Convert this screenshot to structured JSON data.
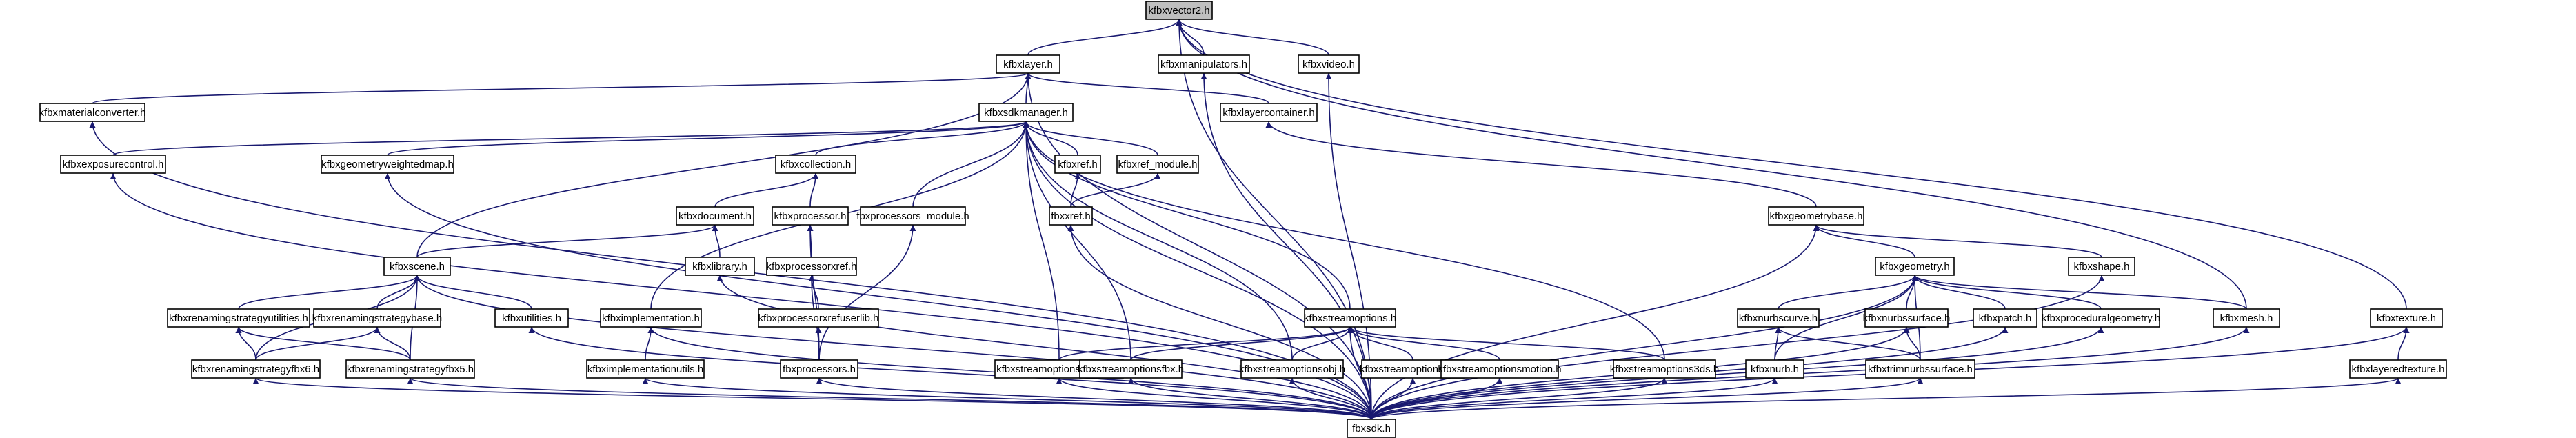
{
  "colors": {
    "edge": "#191970",
    "root_fill": "#bfbfbf",
    "node_fill": "#ffffff",
    "node_stroke": "#000000"
  },
  "nodes": [
    {
      "id": "kfbxvector2_h",
      "label": "kfbxvector2.h"
    },
    {
      "id": "kfbxlayer_h",
      "label": "kfbxlayer.h"
    },
    {
      "id": "kfbxmanipulators_h",
      "label": "kfbxmanipulators.h"
    },
    {
      "id": "kfbxvideo_h",
      "label": "kfbxvideo.h"
    },
    {
      "id": "kfbxmaterialconverter_h",
      "label": "kfbxmaterialconverter.h"
    },
    {
      "id": "kfbxsdkmanager_h",
      "label": "kfbxsdkmanager.h"
    },
    {
      "id": "kfbxlayercontainer_h",
      "label": "kfbxlayercontainer.h"
    },
    {
      "id": "kfbxexposurecontrol_h",
      "label": "kfbxexposurecontrol.h"
    },
    {
      "id": "kfbxgeometryweightedmap_h",
      "label": "kfbxgeometryweightedmap.h"
    },
    {
      "id": "kfbxcollection_h",
      "label": "kfbxcollection.h"
    },
    {
      "id": "kfbxref_h",
      "label": "kfbxref.h"
    },
    {
      "id": "kfbxref_module_h",
      "label": "kfbxref_module.h"
    },
    {
      "id": "kfbxdocument_h",
      "label": "kfbxdocument.h"
    },
    {
      "id": "kfbxprocessor_h",
      "label": "kfbxprocessor.h"
    },
    {
      "id": "fbxprocessors_module_h",
      "label": "fbxprocessors_module.h"
    },
    {
      "id": "fbxxref_h",
      "label": "fbxxref.h"
    },
    {
      "id": "kfbxgeometrybase_h",
      "label": "kfbxgeometrybase.h"
    },
    {
      "id": "kfbxlibrary_h",
      "label": "kfbxlibrary.h"
    },
    {
      "id": "kfbxprocessorxref_h",
      "label": "kfbxprocessorxref.h"
    },
    {
      "id": "kfbxgeometry_h",
      "label": "kfbxgeometry.h"
    },
    {
      "id": "kfbxshape_h",
      "label": "kfbxshape.h"
    },
    {
      "id": "kfbxscene_h",
      "label": "kfbxscene.h"
    },
    {
      "id": "kfbxprocessorxrefuserlib_h",
      "label": "kfbxprocessorxrefuserlib.h"
    },
    {
      "id": "kfbxrenamingstrategyutilities_h",
      "label": "kfbxrenamingstrategyutilities.h"
    },
    {
      "id": "kfbxrenamingstrategybase_h",
      "label": "kfbxrenamingstrategybase.h"
    },
    {
      "id": "kfbxutilities_h",
      "label": "kfbxutilities.h"
    },
    {
      "id": "kfbximplementation_h",
      "label": "kfbximplementation.h"
    },
    {
      "id": "kfbxstreamoptions_h",
      "label": "kfbxstreamoptions.h"
    },
    {
      "id": "kfbxnurbscurve_h",
      "label": "kfbxnurbscurve.h"
    },
    {
      "id": "kfbxnurbssurface_h",
      "label": "kfbxnurbssurface.h"
    },
    {
      "id": "kfbxpatch_h",
      "label": "kfbxpatch.h"
    },
    {
      "id": "kfbxproceduralgeometry_h",
      "label": "kfbxproceduralgeometry.h"
    },
    {
      "id": "kfbxmesh_h",
      "label": "kfbxmesh.h"
    },
    {
      "id": "kfbxtexture_h",
      "label": "kfbxtexture.h"
    },
    {
      "id": "kfbxrenamingstrategyfbx6_h",
      "label": "kfbxrenamingstrategyfbx6.h"
    },
    {
      "id": "kfbxrenamingstrategyfbx5_h",
      "label": "kfbxrenamingstrategyfbx5.h"
    },
    {
      "id": "kfbximplementationutils_h",
      "label": "kfbximplementationutils.h"
    },
    {
      "id": "fbxprocessors_h",
      "label": "fbxprocessors.h"
    },
    {
      "id": "kfbxstreamoptionscollada_h",
      "label": "kfbxstreamoptionscollada.h"
    },
    {
      "id": "kfbxstreamoptionsfbx_h",
      "label": "kfbxstreamoptionsfbx.h"
    },
    {
      "id": "kfbxstreamoptionsobj_h",
      "label": "kfbxstreamoptionsobj.h"
    },
    {
      "id": "kfbxstreamoptionsdxf_h",
      "label": "kfbxstreamoptionsdxf.h"
    },
    {
      "id": "kfbxstreamoptionsmotion_h",
      "label": "kfbxstreamoptionsmotion.h"
    },
    {
      "id": "kfbxstreamoptions3ds_h",
      "label": "kfbxstreamoptions3ds.h"
    },
    {
      "id": "kfbxnurb_h",
      "label": "kfbxnurb.h"
    },
    {
      "id": "kfbxtrimnurbssurface_h",
      "label": "kfbxtrimnurbssurface.h"
    },
    {
      "id": "kfbxlayeredtexture_h",
      "label": "kfbxlayeredtexture.h"
    },
    {
      "id": "fbxsdk_h",
      "label": "fbxsdk.h"
    }
  ],
  "edges": [
    [
      "kfbxlayer_h",
      "kfbxvector2_h"
    ],
    [
      "kfbxmanipulators_h",
      "kfbxvector2_h"
    ],
    [
      "kfbxvideo_h",
      "kfbxvector2_h"
    ],
    [
      "kfbxmesh_h",
      "kfbxvector2_h"
    ],
    [
      "kfbxtexture_h",
      "kfbxvector2_h"
    ],
    [
      "fbxsdk_h",
      "kfbxvector2_h"
    ],
    [
      "kfbxsdkmanager_h",
      "kfbxlayer_h"
    ],
    [
      "kfbxlayercontainer_h",
      "kfbxlayer_h"
    ],
    [
      "kfbxmaterialconverter_h",
      "kfbxlayer_h"
    ],
    [
      "kfbxscene_h",
      "kfbxlayer_h"
    ],
    [
      "fbxsdk_h",
      "kfbxlayer_h"
    ],
    [
      "fbxsdk_h",
      "kfbxmanipulators_h"
    ],
    [
      "fbxsdk_h",
      "kfbxvideo_h"
    ],
    [
      "fbxsdk_h",
      "kfbxmaterialconverter_h"
    ],
    [
      "kfbxexposurecontrol_h",
      "kfbxsdkmanager_h"
    ],
    [
      "kfbxgeometryweightedmap_h",
      "kfbxsdkmanager_h"
    ],
    [
      "kfbxcollection_h",
      "kfbxsdkmanager_h"
    ],
    [
      "kfbxref_h",
      "kfbxsdkmanager_h"
    ],
    [
      "kfbxref_module_h",
      "kfbxsdkmanager_h"
    ],
    [
      "fbxprocessors_module_h",
      "kfbxsdkmanager_h"
    ],
    [
      "kfbximplementation_h",
      "kfbxsdkmanager_h"
    ],
    [
      "kfbxstreamoptions_h",
      "kfbxsdkmanager_h"
    ],
    [
      "kfbxstreamoptionscollada_h",
      "kfbxsdkmanager_h"
    ],
    [
      "kfbxstreamoptionsfbx_h",
      "kfbxsdkmanager_h"
    ],
    [
      "kfbxstreamoptionsobj_h",
      "kfbxsdkmanager_h"
    ],
    [
      "kfbxstreamoptions3ds_h",
      "kfbxsdkmanager_h"
    ],
    [
      "fbxsdk_h",
      "kfbxsdkmanager_h"
    ],
    [
      "kfbxgeometrybase_h",
      "kfbxlayercontainer_h"
    ],
    [
      "fbxsdk_h",
      "kfbxexposurecontrol_h"
    ],
    [
      "fbxsdk_h",
      "kfbxgeometryweightedmap_h"
    ],
    [
      "kfbxdocument_h",
      "kfbxcollection_h"
    ],
    [
      "kfbxprocessor_h",
      "kfbxcollection_h"
    ],
    [
      "fbxxref_h",
      "kfbxref_h"
    ],
    [
      "fbxxref_h",
      "kfbxref_module_h"
    ],
    [
      "fbxsdk_h",
      "fbxxref_h"
    ],
    [
      "kfbxscene_h",
      "kfbxdocument_h"
    ],
    [
      "kfbxlibrary_h",
      "kfbxdocument_h"
    ],
    [
      "kfbxprocessorxref_h",
      "kfbxprocessor_h"
    ],
    [
      "fbxprocessors_h",
      "kfbxprocessor_h"
    ],
    [
      "fbxprocessors_h",
      "fbxprocessors_module_h"
    ],
    [
      "kfbxgeometry_h",
      "kfbxgeometrybase_h"
    ],
    [
      "kfbxshape_h",
      "kfbxgeometrybase_h"
    ],
    [
      "fbxsdk_h",
      "kfbxgeometrybase_h"
    ],
    [
      "fbxsdk_h",
      "kfbxlibrary_h"
    ],
    [
      "kfbxprocessorxrefuserlib_h",
      "kfbxprocessorxref_h"
    ],
    [
      "fbxprocessors_h",
      "kfbxprocessorxref_h"
    ],
    [
      "fbxprocessors_h",
      "kfbxprocessorxrefuserlib_h"
    ],
    [
      "kfbxnurbscurve_h",
      "kfbxgeometry_h"
    ],
    [
      "kfbxnurbssurface_h",
      "kfbxgeometry_h"
    ],
    [
      "kfbxpatch_h",
      "kfbxgeometry_h"
    ],
    [
      "kfbxproceduralgeometry_h",
      "kfbxgeometry_h"
    ],
    [
      "kfbxmesh_h",
      "kfbxgeometry_h"
    ],
    [
      "kfbxnurb_h",
      "kfbxgeometry_h"
    ],
    [
      "kfbxtrimnurbssurface_h",
      "kfbxgeometry_h"
    ],
    [
      "fbxsdk_h",
      "kfbxgeometry_h"
    ],
    [
      "fbxsdk_h",
      "kfbxshape_h"
    ],
    [
      "kfbxrenamingstrategyutilities_h",
      "kfbxscene_h"
    ],
    [
      "kfbxrenamingstrategybase_h",
      "kfbxscene_h"
    ],
    [
      "kfbxutilities_h",
      "kfbxscene_h"
    ],
    [
      "kfbxrenamingstrategyfbx6_h",
      "kfbxscene_h"
    ],
    [
      "kfbxrenamingstrategyfbx5_h",
      "kfbxscene_h"
    ],
    [
      "fbxsdk_h",
      "kfbxscene_h"
    ],
    [
      "kfbxrenamingstrategyfbx6_h",
      "kfbxrenamingstrategyutilities_h"
    ],
    [
      "kfbxrenamingstrategyfbx5_h",
      "kfbxrenamingstrategyutilities_h"
    ],
    [
      "kfbxrenamingstrategyfbx6_h",
      "kfbxrenamingstrategybase_h"
    ],
    [
      "kfbxrenamingstrategyfbx5_h",
      "kfbxrenamingstrategybase_h"
    ],
    [
      "fbxsdk_h",
      "kfbxutilities_h"
    ],
    [
      "kfbximplementationutils_h",
      "kfbximplementation_h"
    ],
    [
      "fbxsdk_h",
      "kfbximplementation_h"
    ],
    [
      "kfbxstreamoptionscollada_h",
      "kfbxstreamoptions_h"
    ],
    [
      "kfbxstreamoptionsfbx_h",
      "kfbxstreamoptions_h"
    ],
    [
      "kfbxstreamoptionsobj_h",
      "kfbxstreamoptions_h"
    ],
    [
      "kfbxstreamoptionsdxf_h",
      "kfbxstreamoptions_h"
    ],
    [
      "kfbxstreamoptionsmotion_h",
      "kfbxstreamoptions_h"
    ],
    [
      "kfbxstreamoptions3ds_h",
      "kfbxstreamoptions_h"
    ],
    [
      "fbxsdk_h",
      "kfbxstreamoptions_h"
    ],
    [
      "kfbxnurb_h",
      "kfbxnurbscurve_h"
    ],
    [
      "kfbxtrimnurbssurface_h",
      "kfbxnurbscurve_h"
    ],
    [
      "kfbxtrimnurbssurface_h",
      "kfbxnurbssurface_h"
    ],
    [
      "fbxsdk_h",
      "kfbxnurbssurface_h"
    ],
    [
      "fbxsdk_h",
      "kfbxpatch_h"
    ],
    [
      "fbxsdk_h",
      "kfbxproceduralgeometry_h"
    ],
    [
      "fbxsdk_h",
      "kfbxmesh_h"
    ],
    [
      "kfbxlayeredtexture_h",
      "kfbxtexture_h"
    ],
    [
      "fbxsdk_h",
      "kfbxtexture_h"
    ],
    [
      "fbxsdk_h",
      "kfbxrenamingstrategyfbx6_h"
    ],
    [
      "fbxsdk_h",
      "kfbxrenamingstrategyfbx5_h"
    ],
    [
      "fbxsdk_h",
      "kfbximplementationutils_h"
    ],
    [
      "fbxsdk_h",
      "fbxprocessors_h"
    ],
    [
      "fbxsdk_h",
      "kfbxstreamoptionscollada_h"
    ],
    [
      "fbxsdk_h",
      "kfbxstreamoptionsfbx_h"
    ],
    [
      "fbxsdk_h",
      "kfbxstreamoptionsobj_h"
    ],
    [
      "fbxsdk_h",
      "kfbxstreamoptionsdxf_h"
    ],
    [
      "fbxsdk_h",
      "kfbxstreamoptionsmotion_h"
    ],
    [
      "fbxsdk_h",
      "kfbxstreamoptions3ds_h"
    ],
    [
      "fbxsdk_h",
      "kfbxnurb_h"
    ],
    [
      "fbxsdk_h",
      "kfbxtrimnurbssurface_h"
    ],
    [
      "fbxsdk_h",
      "kfbxlayeredtexture_h"
    ]
  ]
}
